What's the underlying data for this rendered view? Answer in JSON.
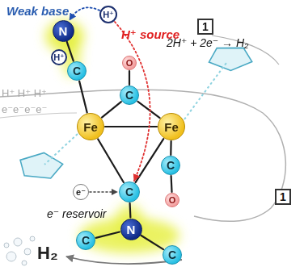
{
  "diagram": {
    "nodes": [
      {
        "text": [
          "H⁺"
        ]
      },
      {
        "text": [
          "N"
        ]
      },
      {
        "text": [
          "H⁺"
        ]
      },
      {
        "text": [
          "1"
        ]
      },
      {
        "text": [
          "C"
        ]
      },
      {
        "text": [
          "O"
        ]
      },
      {
        "text": [
          "C"
        ]
      },
      {
        "text": [
          "Fe"
        ]
      },
      {
        "text": [
          "Fe"
        ]
      },
      {
        "text": [
          "C"
        ]
      },
      {
        "text": [
          "e⁻"
        ]
      },
      {
        "text": [
          "C"
        ]
      },
      {
        "text": [
          "O"
        ]
      },
      {
        "text": [
          "1"
        ]
      },
      {
        "text": [
          "N"
        ]
      },
      {
        "text": [
          "C"
        ]
      },
      {
        "text": [
          "C"
        ]
      }
    ],
    "edges": [
      {
        "from": 1,
        "to": 4,
        "arrow": "none"
      },
      {
        "from": 4,
        "to": 7,
        "arrow": "none"
      },
      {
        "from": 7,
        "to": 8,
        "arrow": "none"
      },
      {
        "from": 7,
        "to": 6,
        "arrow": "none"
      },
      {
        "from": 8,
        "to": 6,
        "arrow": "none"
      },
      {
        "from": 6,
        "to": 5,
        "arrow": "none"
      },
      {
        "from": 7,
        "to": 11,
        "arrow": "none"
      },
      {
        "from": 8,
        "to": 11,
        "arrow": "none"
      },
      {
        "from": 11,
        "to": 14,
        "arrow": "none"
      },
      {
        "from": 14,
        "to": 15,
        "arrow": "none"
      },
      {
        "from": 14,
        "to": 16,
        "arrow": "none"
      },
      {
        "from": 8,
        "to": 9,
        "arrow": "none"
      },
      {
        "from": 9,
        "to": 12,
        "arrow": "none"
      },
      {
        "from": 0,
        "to": 1,
        "arrow": "to"
      },
      {
        "from": 0,
        "to": 11,
        "arrow": "to"
      },
      {
        "from": 10,
        "to": 11,
        "arrow": "to"
      }
    ],
    "labels": [
      "Weak base",
      "H⁺ source",
      "2H⁺ + 2e⁻ → H₂",
      "H⁺ H⁺ H⁺",
      "e⁻e⁻e⁻e⁻",
      "e⁻ reservoir",
      "H₂"
    ]
  }
}
